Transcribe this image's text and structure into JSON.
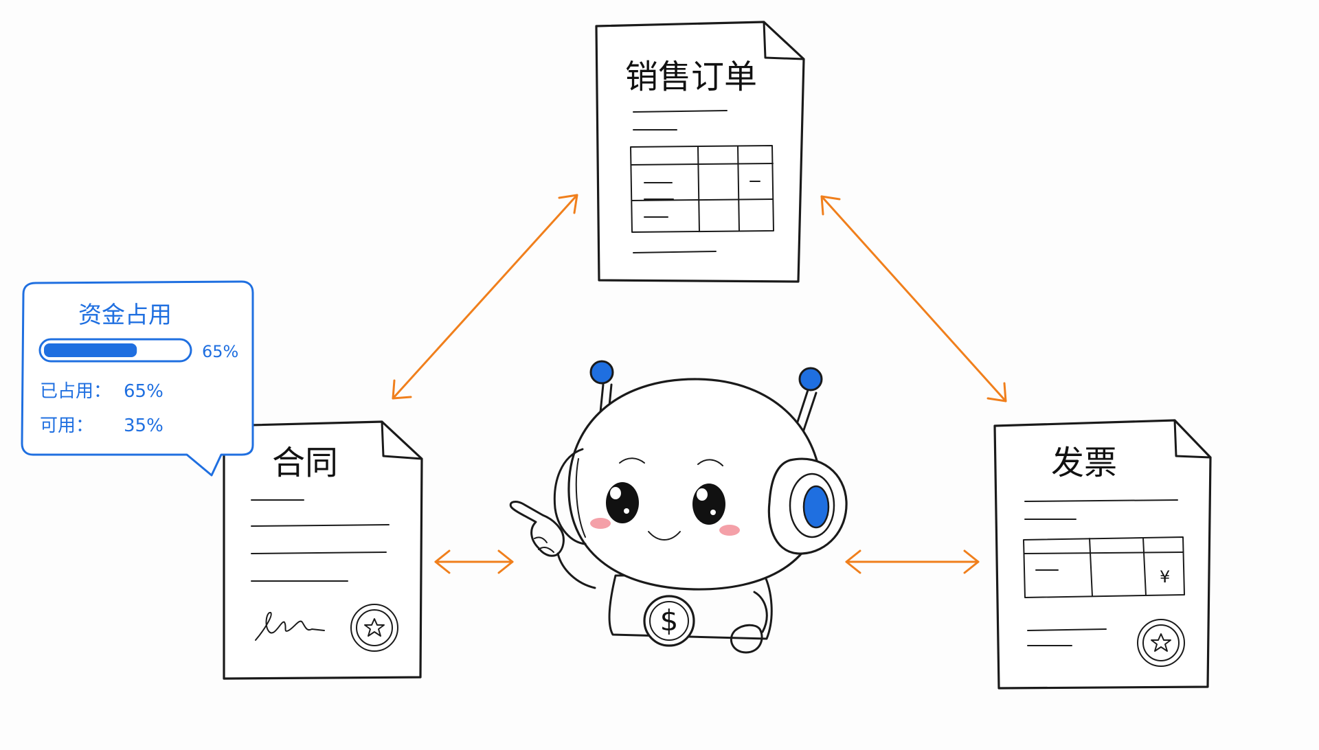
{
  "documents": {
    "sales_order": {
      "title": "销售订单"
    },
    "contract": {
      "title": "合同"
    },
    "invoice": {
      "title": "发票",
      "currency_symbol": "¥"
    }
  },
  "callout": {
    "title": "资金占用",
    "progress_label": "65%",
    "progress_value": 0.65,
    "used_label": "已占用：",
    "used_value": "65%",
    "available_label": "可用：",
    "available_value": "35%"
  },
  "robot": {
    "badge_symbol": "$"
  },
  "colors": {
    "arrow": "#f07f1c",
    "callout_blue": "#1f6fe0",
    "ink": "#1a1a1a",
    "cheek_pink": "#f4a0a8"
  }
}
